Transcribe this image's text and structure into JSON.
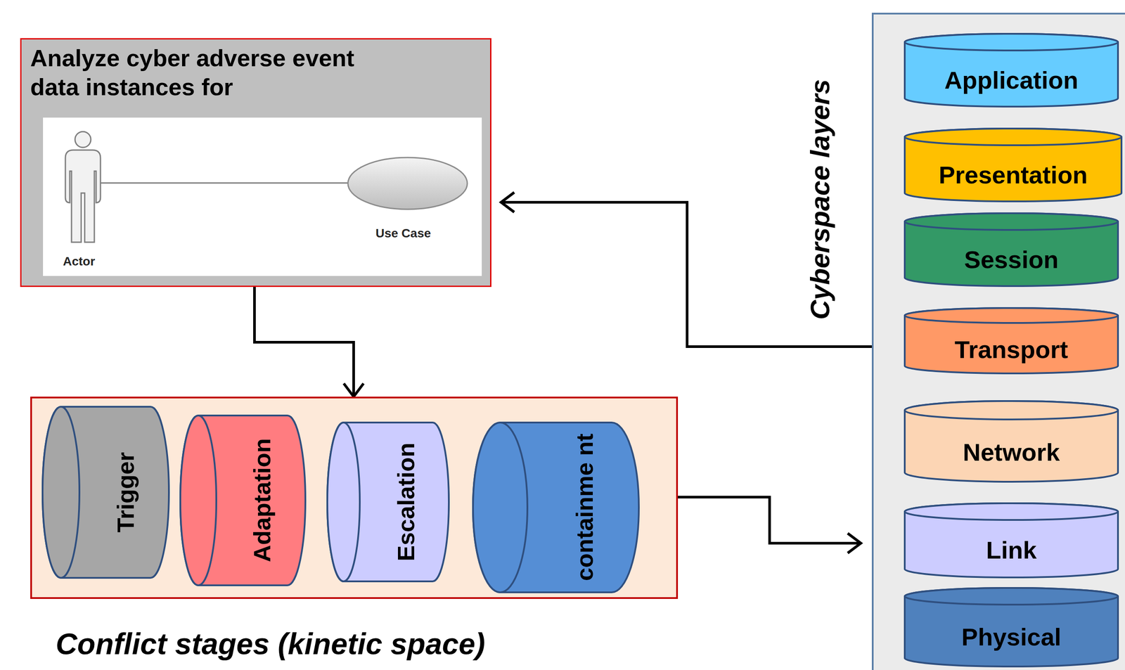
{
  "diagram": {
    "nodes": [
      {
        "text": [
          "Analyze cyber adverse event data instances for"
        ]
      },
      {
        "text": [
          "Conflict stages (kinetic space)"
        ]
      },
      {
        "text": [
          "Trigger"
        ],
        "in": 1
      },
      {
        "text": [
          "Adaptation"
        ],
        "in": 1
      },
      {
        "text": [
          "Escalation"
        ],
        "in": 1
      },
      {
        "text": [
          "containme nt"
        ],
        "in": 1
      },
      {
        "text": [
          "Cyberspace layers"
        ]
      },
      {
        "text": [
          "Application"
        ],
        "in": 6
      },
      {
        "text": [
          "Presentation"
        ],
        "in": 6
      },
      {
        "text": [
          "Session"
        ],
        "in": 6
      },
      {
        "text": [
          "Transport"
        ],
        "in": 6
      },
      {
        "text": [
          "Network"
        ],
        "in": 6
      },
      {
        "text": [
          "Link"
        ],
        "in": 6
      },
      {
        "text": [
          "Physical"
        ],
        "in": 6
      }
    ],
    "edges": [
      {
        "from": 6,
        "to": 0,
        "arrow": "to"
      },
      {
        "from": 0,
        "to": 1,
        "arrow": "to"
      },
      {
        "from": 1,
        "to": 6,
        "arrow": "to"
      }
    ],
    "labels": [
      "Actor",
      "Use Case"
    ]
  }
}
